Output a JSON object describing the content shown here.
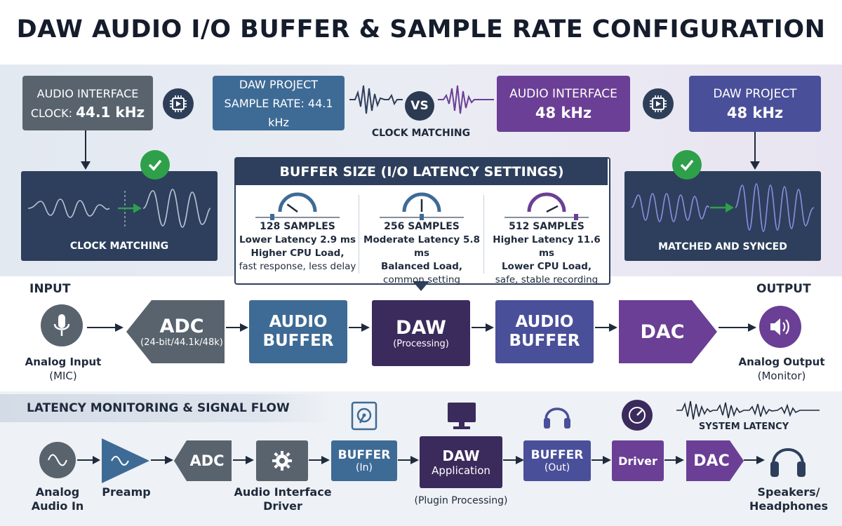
{
  "title": "DAW AUDIO I/O BUFFER & SAMPLE RATE CONFIGURATION",
  "clock": {
    "left_interface": {
      "line1": "AUDIO INTERFACE",
      "line2a": "CLOCK: ",
      "line2b": "44.1 kHz"
    },
    "left_project": {
      "line1": "DAW PROJECT",
      "line2": "SAMPLE RATE: 44.1 kHz"
    },
    "vs": "VS",
    "center_caption": "CLOCK MATCHING",
    "right_interface": {
      "line1": "AUDIO INTERFACE",
      "line2": "48 kHz"
    },
    "right_project": {
      "line1": "DAW PROJECT",
      "line2": "48 kHz"
    },
    "left_panel_caption": "CLOCK MATCHING",
    "right_panel_caption": "MATCHED AND SYNCED"
  },
  "buffer": {
    "heading": "BUFFER SIZE (I/O LATENCY SETTINGS)",
    "options": [
      {
        "samples": "128 SAMPLES",
        "latency": "Lower Latency 2.9 ms",
        "load": "Higher CPU Load,",
        "note": "fast response, less delay",
        "level": 0.2,
        "color": "#3e6b95"
      },
      {
        "samples": "256 SAMPLES",
        "latency": "Moderate Latency 5.8 ms",
        "load": "Balanced Load,",
        "note": "common setting",
        "level": 0.5,
        "color": "#3e6b95"
      },
      {
        "samples": "512 SAMPLES",
        "latency": "Higher Latency 11.6 ms",
        "load": "Lower CPU Load,",
        "note": "safe, stable recording",
        "level": 0.85,
        "color": "#6b3f95"
      }
    ]
  },
  "signal": {
    "input_title": "INPUT",
    "input_caption1": "Analog Input",
    "input_caption2": "(MIC)",
    "output_title": "OUTPUT",
    "output_caption1": "Analog Output",
    "output_caption2": "(Monitor)",
    "adc": {
      "label": "ADC",
      "sub": "(24-bit/44.1k/48k)"
    },
    "buffer_in": {
      "line1": "AUDIO",
      "line2": "BUFFER"
    },
    "daw": {
      "label": "DAW",
      "sub": "(Processing)"
    },
    "buffer_out": {
      "line1": "AUDIO",
      "line2": "BUFFER"
    },
    "dac": {
      "label": "DAC"
    }
  },
  "latency": {
    "heading": "LATENCY MONITORING & SIGNAL FLOW",
    "analog_in": "Analog\nAudio In",
    "preamp": "Preamp",
    "adc": "ADC",
    "driver_caption": "Audio Interface\nDriver",
    "buffer_in": {
      "label": "BUFFER",
      "sub": "(In)"
    },
    "daw": {
      "label": "DAW",
      "sub": "Application"
    },
    "plugin_caption": "(Plugin Processing)",
    "buffer_out": {
      "label": "BUFFER",
      "sub": "(Out)"
    },
    "driver": "Driver",
    "dac": "DAC",
    "system_latency": "SYSTEM LATENCY",
    "speakers": "Speakers/\nHeadphones"
  },
  "colors": {
    "slate": "#59636e",
    "blue": "#3e6b95",
    "navy": "#2d3f5c",
    "purple": "#6b3f95",
    "deep_purple": "#3b2a5c",
    "indigo": "#4a4f9a",
    "green": "#2ea04a"
  }
}
